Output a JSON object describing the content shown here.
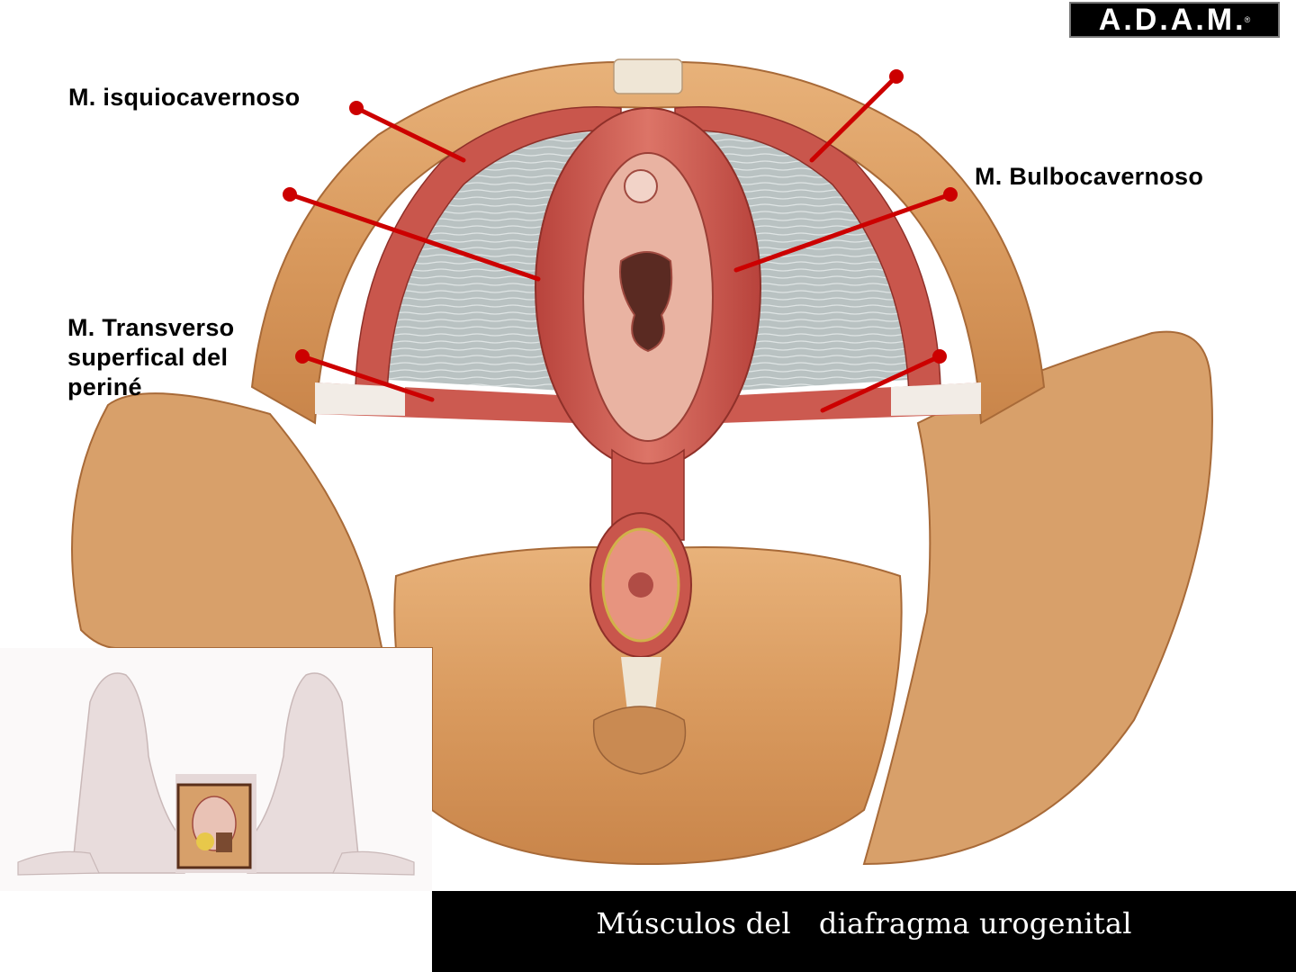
{
  "slide": {
    "logo": {
      "text": "A.D.A.M.",
      "mark": "®"
    },
    "caption": "Músculos del   diafragma urogenital",
    "labels": [
      {
        "id": "isquiocavernoso",
        "text": "M. isquiocavernoso"
      },
      {
        "id": "bulbocavernoso",
        "text": "M. Bulbocavernoso"
      },
      {
        "id": "transverso",
        "lines": [
          "M. Transverso",
          "superfical del",
          "periné"
        ]
      }
    ],
    "pointer_color": "#cc0000",
    "colors": {
      "bone": "#d9a06a",
      "bone_dark": "#b77a45",
      "muscle": "#c9524a",
      "muscle_light": "#e1857a",
      "membrane": "#b8c0c0",
      "caption_bg": "#000000",
      "caption_text": "#ffffff"
    },
    "inset": {
      "description": "figura humana en posición de litotomía con recuadro de la región perineal"
    }
  }
}
